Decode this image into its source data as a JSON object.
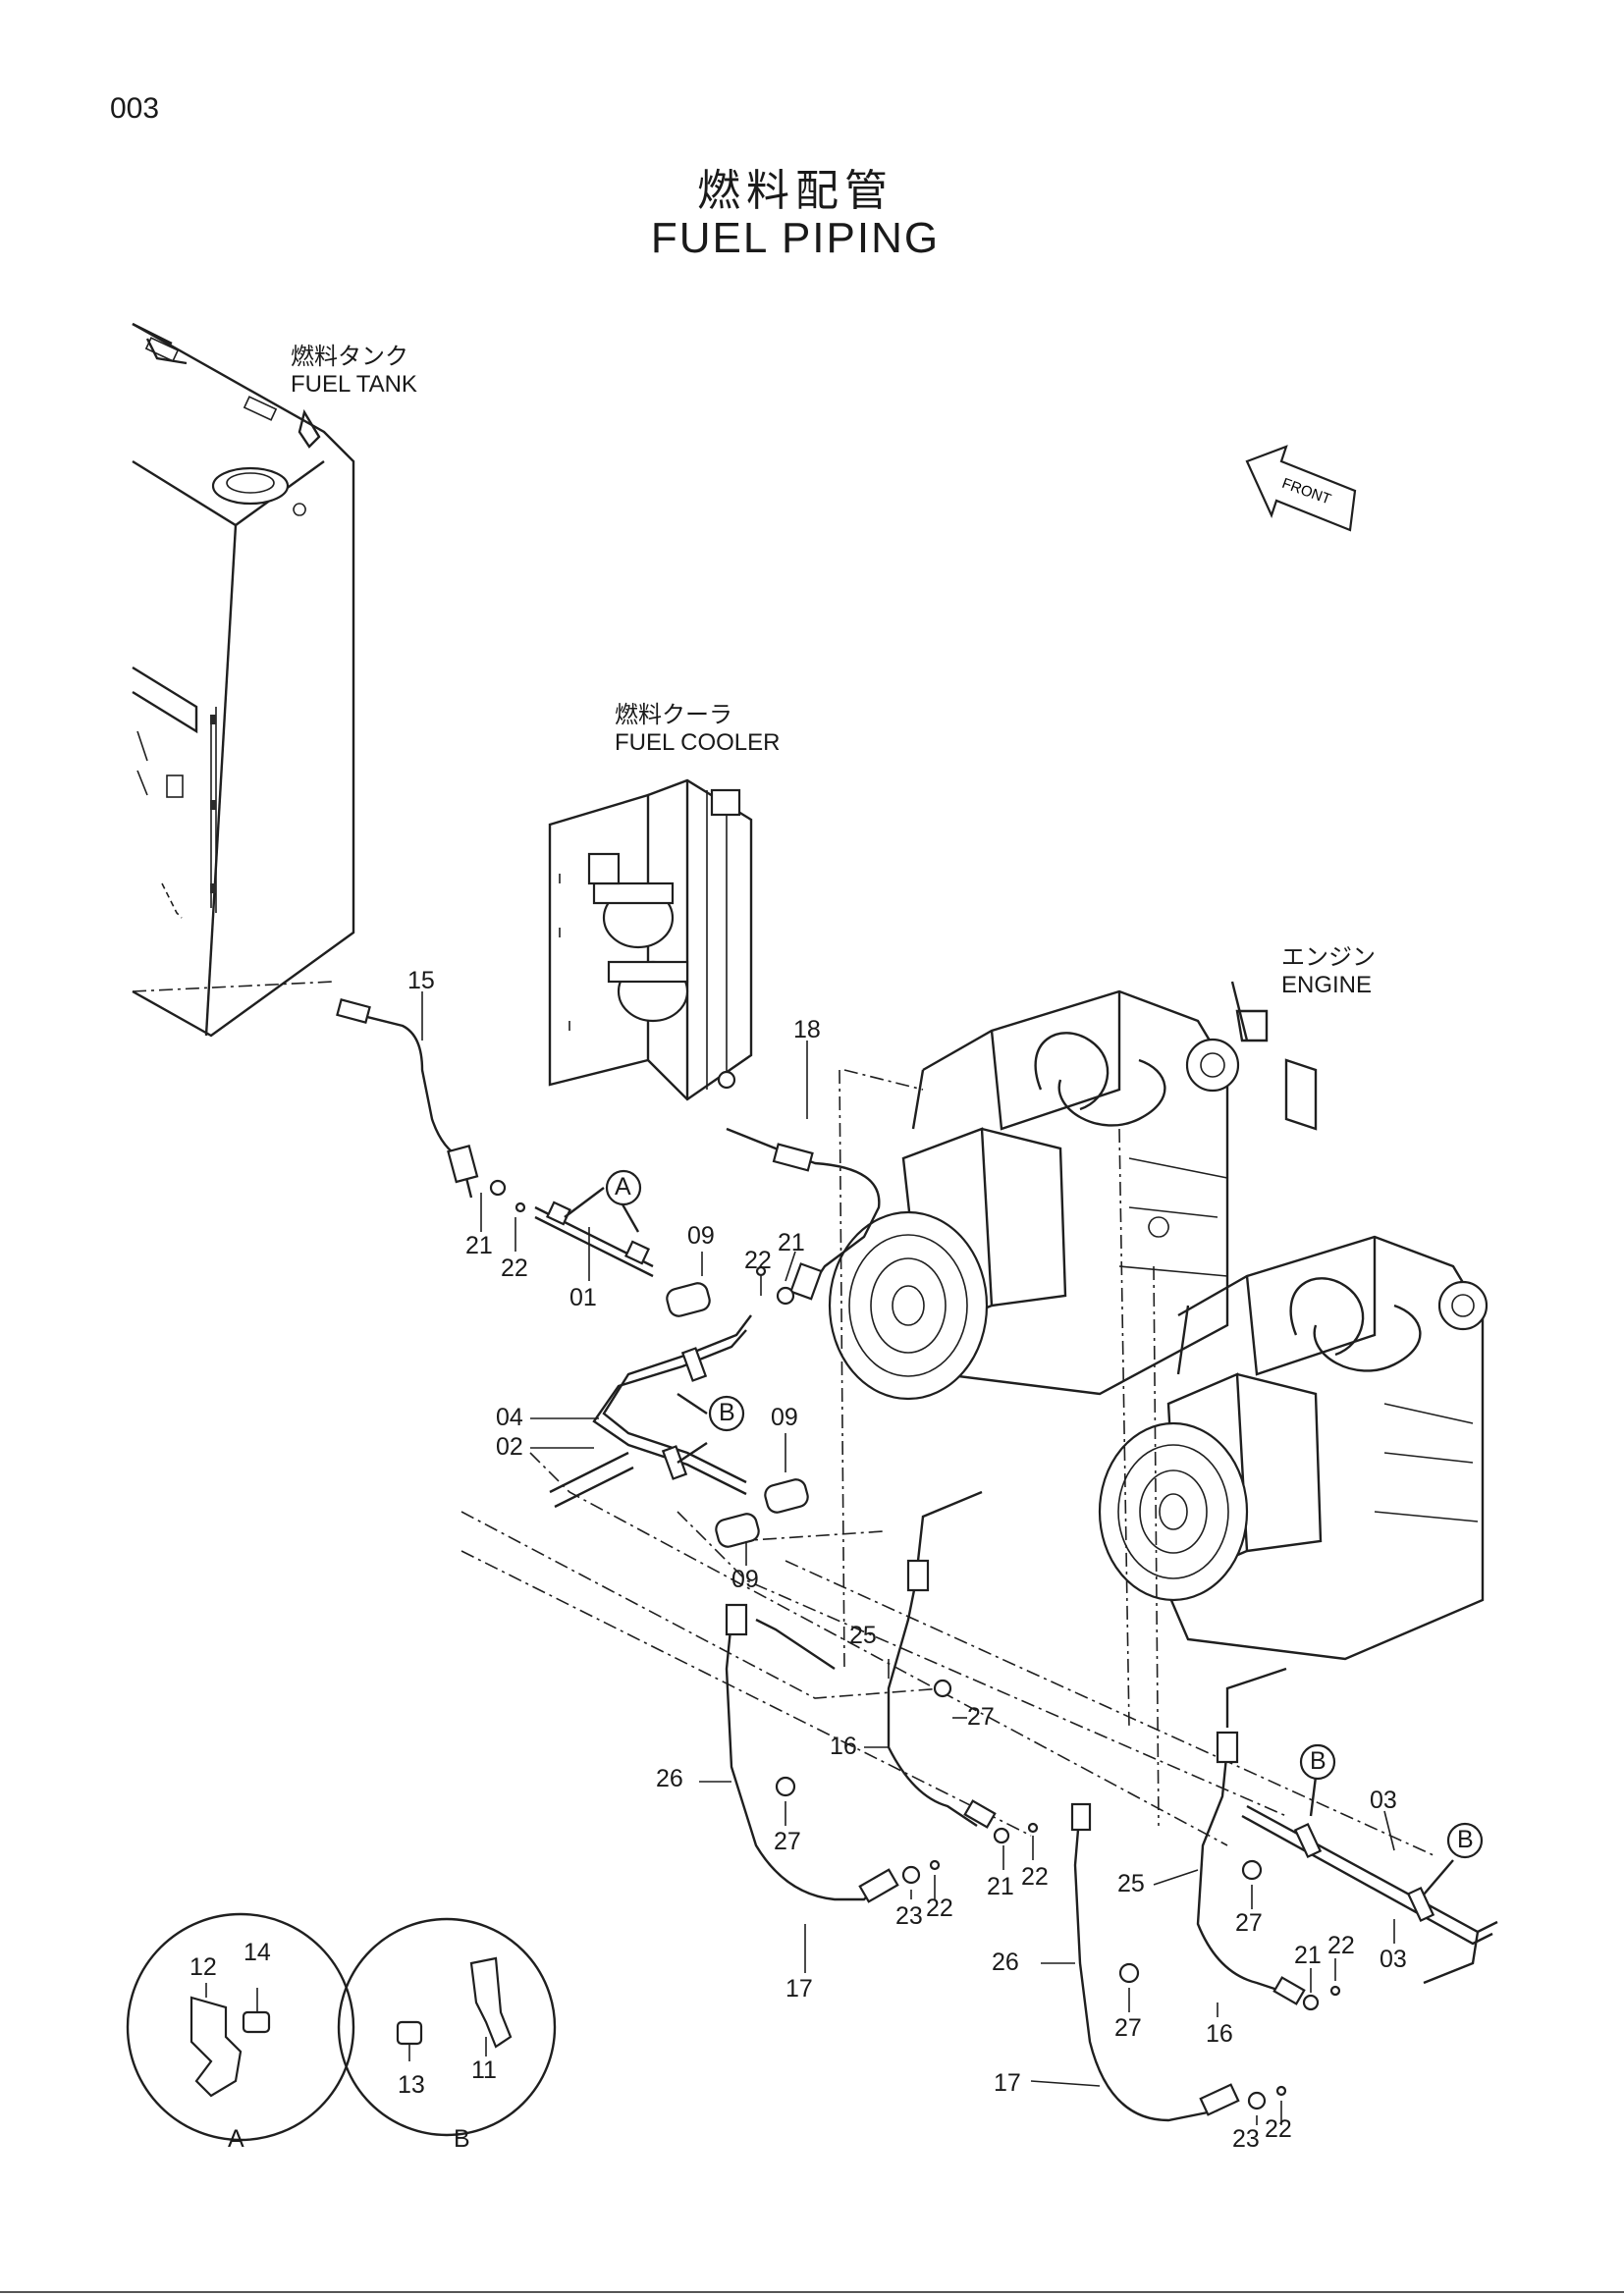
{
  "page": {
    "number": "003"
  },
  "title": {
    "japanese": "燃料配管",
    "english": "FUEL   PIPING"
  },
  "components": {
    "fuel_tank": {
      "jp": "燃料タンク",
      "en": "FUEL TANK"
    },
    "fuel_cooler": {
      "jp": "燃料クーラ",
      "en": "FUEL COOLER"
    },
    "engine": {
      "jp": "エンジン",
      "en": "ENGINE"
    },
    "front_arrow": "FRONT"
  },
  "callouts": {
    "c15": "15",
    "c18": "18",
    "c21a": "21",
    "c22a": "22",
    "c01": "01",
    "c09a": "09",
    "c22b": "22",
    "c21b": "21",
    "c04": "04",
    "c02": "02",
    "c09b": "09",
    "c09c": "09",
    "c25a": "25",
    "c27a": "27",
    "c16a": "16",
    "c26a": "26",
    "c27b": "27",
    "c21c": "21",
    "c22c": "22",
    "c23a": "23",
    "c22d": "22",
    "c17a": "17",
    "c03a": "03",
    "c03b": "03",
    "c25b": "25",
    "c27c": "27",
    "c21d": "21",
    "c22e": "22",
    "c16b": "16",
    "c26b": "26",
    "c27d": "27",
    "c17b": "17",
    "c23b": "23",
    "c22f": "22"
  },
  "markers": {
    "A1": "A",
    "B1": "B",
    "B2": "B",
    "B3": "B"
  },
  "details": {
    "A": {
      "letter": "A",
      "parts": [
        "12",
        "14"
      ]
    },
    "B": {
      "letter": "B",
      "parts": [
        "13",
        "11"
      ]
    }
  }
}
